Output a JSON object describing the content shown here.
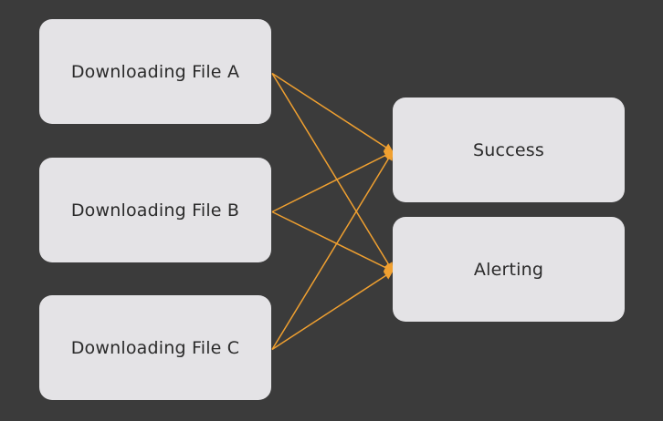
{
  "diagram": {
    "sources": [
      {
        "id": "a",
        "label": "Downloading File A"
      },
      {
        "id": "b",
        "label": "Downloading File B"
      },
      {
        "id": "c",
        "label": "Downloading File C"
      }
    ],
    "targets": [
      {
        "id": "success",
        "label": "Success"
      },
      {
        "id": "alerting",
        "label": "Alerting"
      }
    ],
    "edges": [
      {
        "from": "a",
        "to": "success"
      },
      {
        "from": "a",
        "to": "alerting"
      },
      {
        "from": "b",
        "to": "success"
      },
      {
        "from": "b",
        "to": "alerting"
      },
      {
        "from": "c",
        "to": "success"
      },
      {
        "from": "c",
        "to": "alerting"
      }
    ],
    "colors": {
      "background": "#3b3b3b",
      "node_fill": "#e4e3e6",
      "node_text": "#2a2a2a",
      "edge": "#f0a030"
    }
  }
}
